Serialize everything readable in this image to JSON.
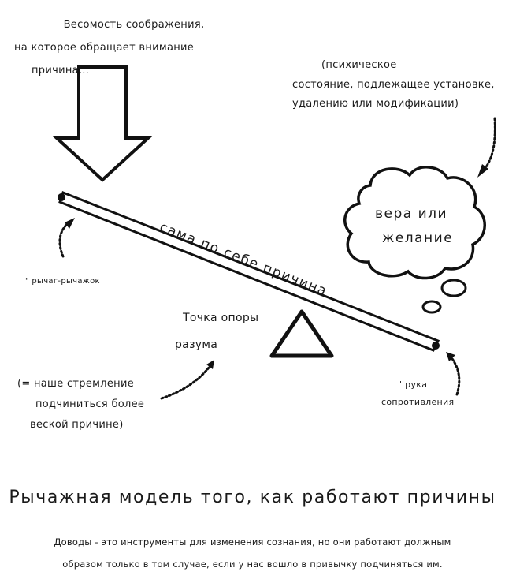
{
  "labels": {
    "weight": [
      "Весомость соображения,",
      "на которое обращает внимание",
      "причина…"
    ],
    "mental_state": [
      "(психическое",
      "состояние, подлежащее установке,",
      "удалению или модификации)"
    ],
    "cloud": [
      "вера или",
      "желание"
    ],
    "lever": "сама по себе причина",
    "lever_arm": "\" рычаг-рычажок",
    "fulcrum": [
      "Точка опоры",
      "разума"
    ],
    "striving": [
      "(= наше стремление",
      "подчиниться более",
      "веской причине)"
    ],
    "resistance_arm": [
      "\" рука",
      "сопротивления"
    ]
  },
  "title": "Рычажная модель того, как работают причины",
  "caption": [
    "Доводы - это инструменты для изменения сознания, но они работают должным",
    "образом только в том случае, если у нас вошло в привычку подчиняться им."
  ]
}
